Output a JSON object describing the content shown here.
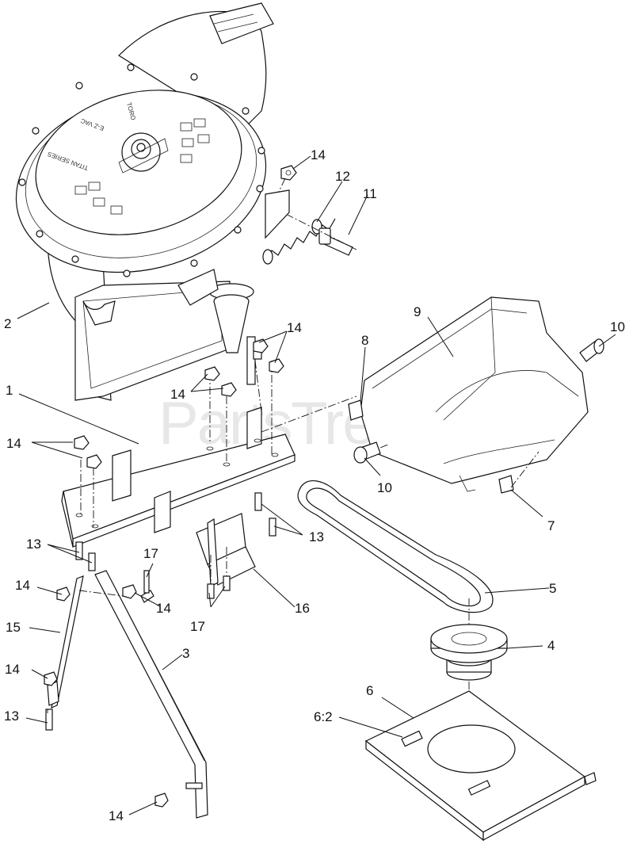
{
  "diagram": {
    "watermark": "PartsTree",
    "decal_text": {
      "brand": "TORO",
      "product": "E-Z VAC",
      "series": "TITAN SERIES"
    },
    "callouts": {
      "c1": "1",
      "c2": "2",
      "c3": "3",
      "c4": "4",
      "c5": "5",
      "c6": "6",
      "c62": "6:2",
      "c7": "7",
      "c8": "8",
      "c9": "9",
      "c10a": "10",
      "c10b": "10",
      "c11": "11",
      "c12": "12",
      "c13a": "13",
      "c13b": "13",
      "c13c": "13",
      "c14a": "14",
      "c14b": "14",
      "c14c": "14",
      "c14d": "14",
      "c14e": "14",
      "c14f": "14",
      "c14g": "14",
      "c14h": "14",
      "c15": "15",
      "c16": "16",
      "c17a": "17",
      "c17b": "17"
    }
  }
}
